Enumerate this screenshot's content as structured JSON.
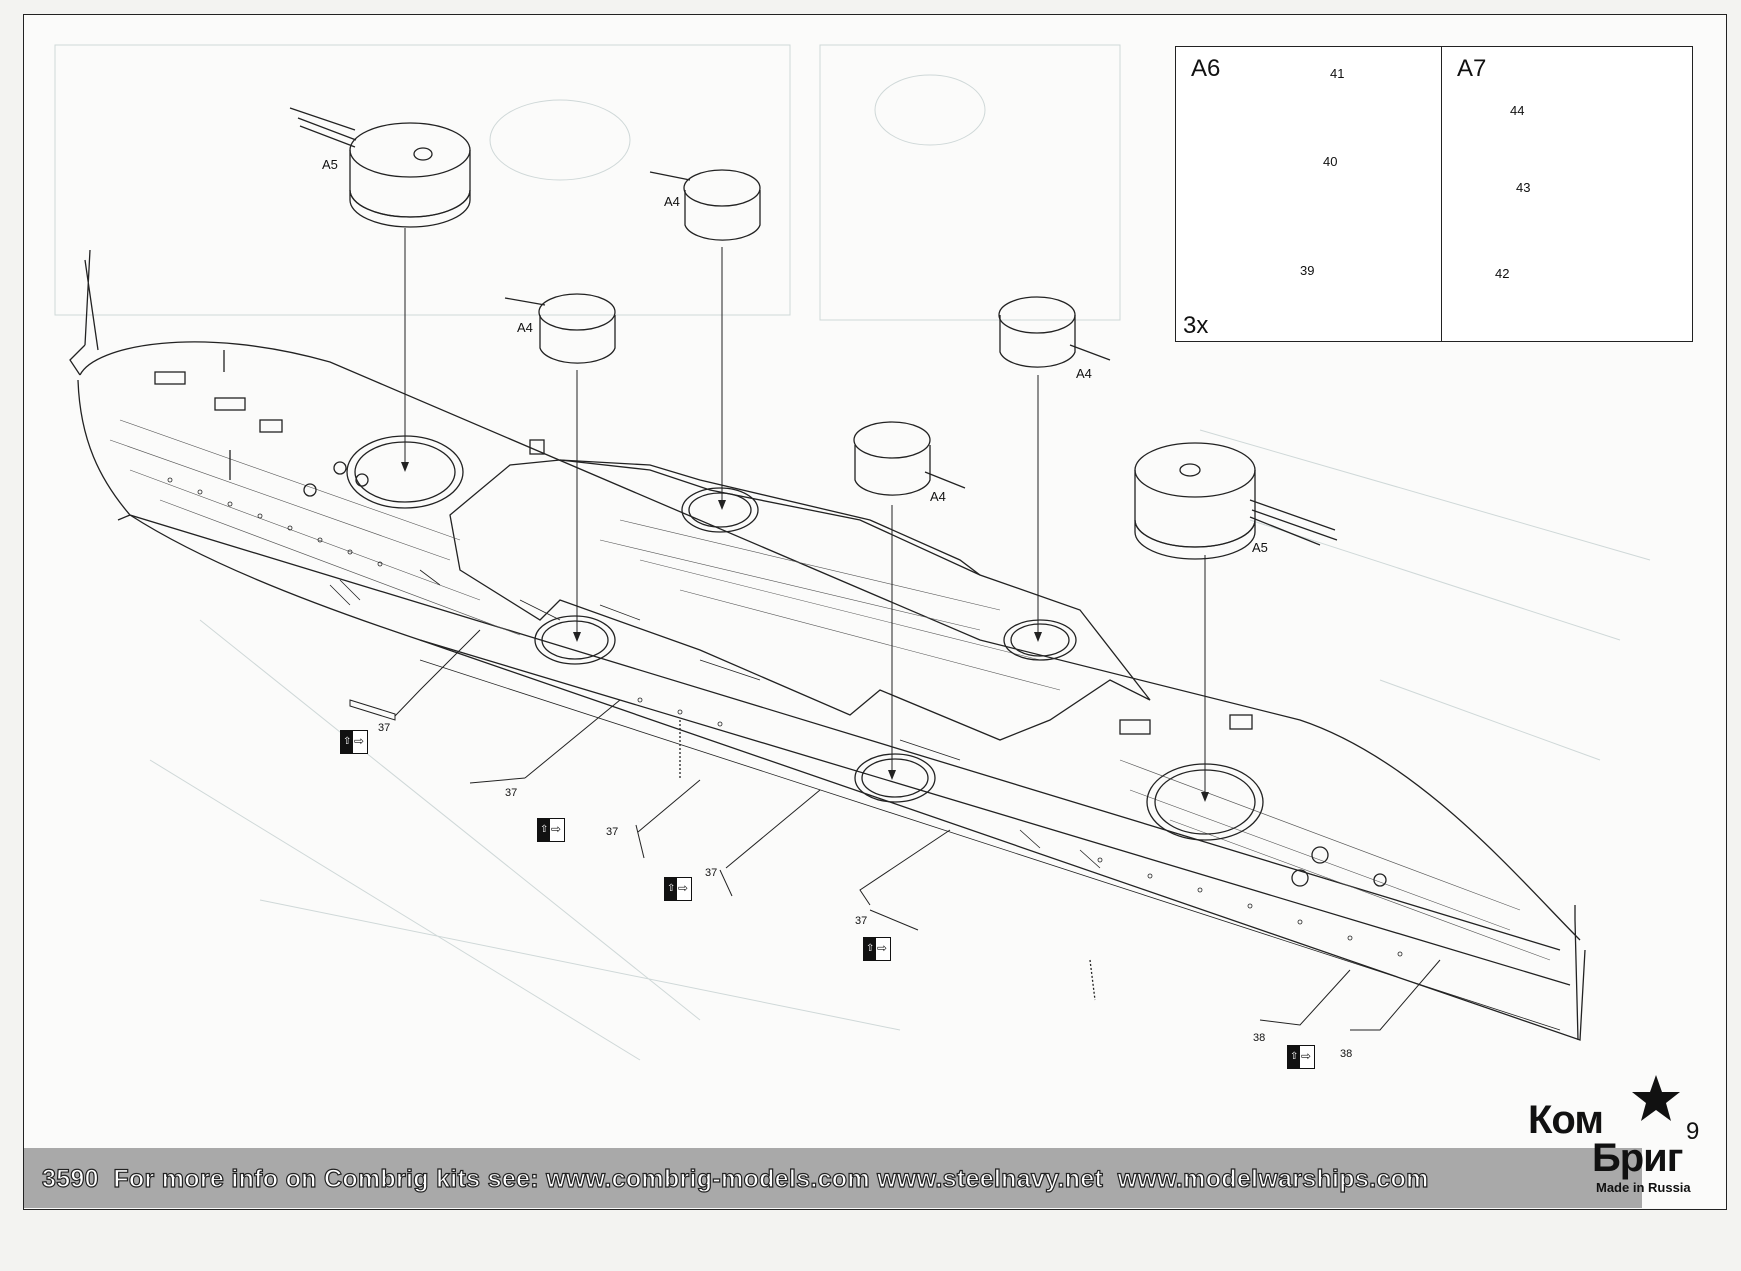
{
  "inset_a6": {
    "title": "A6",
    "quantity": "3x",
    "parts": [
      "41",
      "40",
      "39"
    ]
  },
  "inset_a7": {
    "title": "A7",
    "parts": [
      "44",
      "43",
      "42"
    ]
  },
  "turret_labels": {
    "fore_main": "A5",
    "aft_main": "A5",
    "sec_1": "A4",
    "sec_2": "A4",
    "sec_3": "A4",
    "sec_4": "A4"
  },
  "part_labels": {
    "p37a": "37",
    "p37b": "37",
    "p37c": "37",
    "p37d": "37",
    "p37e": "37",
    "p38a": "38",
    "p38b": "38"
  },
  "footer": {
    "kit_number": "3590",
    "info_text": "For more info on Combrig kits see: www.combrig-models.com www.steelnavy.net  www.modelwarships.com"
  },
  "logo": {
    "top": "Ком",
    "bottom": "Бриг",
    "tagline": "Made in Russia"
  },
  "page_number": "9",
  "icons": [
    "turn-over-arrow-icon",
    "combrig-star-icon",
    "anchor-icon"
  ]
}
